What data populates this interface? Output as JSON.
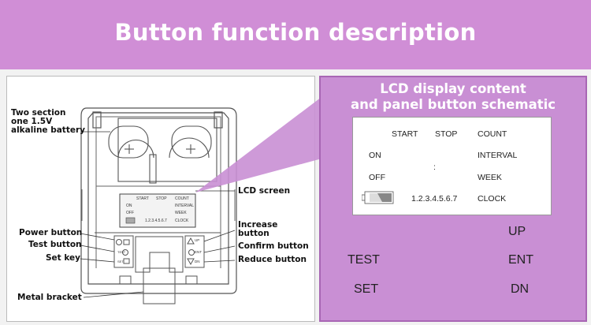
{
  "header": {
    "title": "Button function description"
  },
  "diagram": {
    "callouts": {
      "battery": [
        "Two section",
        "one 1.5V",
        "alkaline battery"
      ],
      "lcd": "LCD screen",
      "increase": [
        "Increase",
        "button"
      ],
      "power": "Power button",
      "test": "Test button",
      "set": "Set key",
      "confirm": "Confirm button",
      "reduce": "Reduce button",
      "bracket": "Metal bracket"
    },
    "mini_lcd": {
      "start": "START",
      "stop": "STOP",
      "count": "COUNT",
      "on": "ON",
      "off": "OFF",
      "interval": "INTERVAL",
      "week": "WEEK",
      "days": "1.2.3.4.5.6.7",
      "clock": "CLOCK"
    },
    "mini_buttons": {
      "test": "TEST",
      "set": "SET",
      "up": "UP",
      "ent": "ENT",
      "dn": "DN"
    }
  },
  "panel": {
    "title_line1": "LCD display content",
    "title_line2": "and panel button schematic",
    "lcd": {
      "start": "START",
      "stop": "STOP",
      "count": "COUNT",
      "on": "ON",
      "interval": "INTERVAL",
      "off": "OFF",
      "colon": ":",
      "week": "WEEK",
      "days": "1.2.3.4.5.6.7",
      "clock": "CLOCK"
    },
    "buttons": {
      "up": "UP",
      "test": "TEST",
      "ent": "ENT",
      "set": "SET",
      "dn": "DN"
    }
  },
  "colors": {
    "accent": "#d08ed6",
    "panel": "#c98fd4",
    "panel_border": "#a866b4"
  }
}
